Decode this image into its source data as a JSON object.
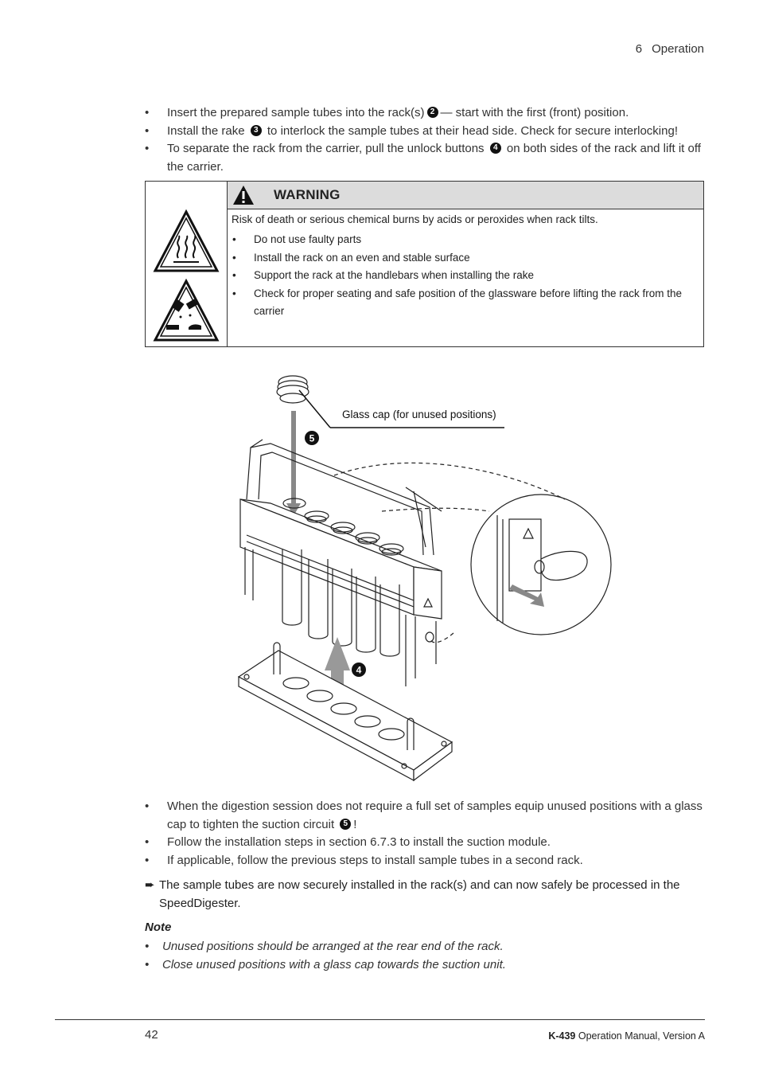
{
  "header": {
    "section_num": "6",
    "section_title": "Operation"
  },
  "intro_bullets": [
    {
      "before": "Insert the prepared sample tubes into the rack(s)",
      "badge": "2",
      "after": "— start with the first (front) position."
    },
    {
      "before": "Install the rake ",
      "badge": "3",
      "after": " to interlock the sample tubes at their head side. Check for secure interlocking!"
    },
    {
      "before": "To separate the rack from the carrier, pull the unlock buttons ",
      "badge": "4",
      "after": " on both sides of the rack and lift it off the carrier."
    }
  ],
  "warning": {
    "title": "WARNING",
    "lead": "Risk of death or serious chemical burns by acids or peroxides when rack tilts.",
    "items": [
      "Do not use faulty parts",
      "Install the rack on an even and stable surface",
      "Support the rack at the handlebars when installing the rake",
      "Check for proper seating and safe position of the glassware before lifting the rack from the carrier"
    ]
  },
  "figure": {
    "callout_label": "Glass cap (for unused positions)",
    "badge_5": "5",
    "badge_4": "4"
  },
  "after_bullets": [
    {
      "before": "When the digestion session does not require a full set of samples equip unused positions with a glass cap to tighten the suction circuit ",
      "badge": "5",
      "after": "!"
    },
    {
      "before": "Follow the installation steps in section 6.7.3 to install the suction module.",
      "badge": null,
      "after": ""
    },
    {
      "before": "If applicable, follow the previous steps to install sample tubes in a second rack.",
      "badge": null,
      "after": ""
    }
  ],
  "result": {
    "arrow": "➨",
    "text": "The sample tubes are now securely installed in the rack(s) and can now safely be processed in the SpeedDigester."
  },
  "note": {
    "title": "Note",
    "items": [
      "Unused positions should be arranged at the rear end of the rack.",
      "Close unused positions with a glass cap towards the suction unit."
    ]
  },
  "footer": {
    "page": "42",
    "model": "K-439",
    "manual": " Operation Manual, Version A"
  }
}
